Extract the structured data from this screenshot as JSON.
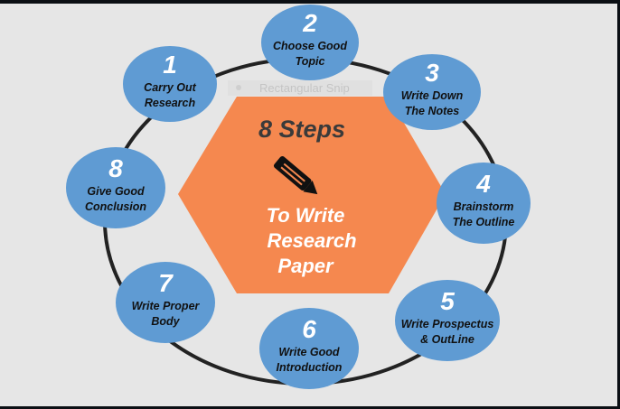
{
  "overlay": {
    "snip_label": "Rectangular Snip"
  },
  "center": {
    "title": "8 Steps",
    "icon": "pencil-icon",
    "subtitle_lines": [
      "To Write",
      "Research",
      "Paper"
    ]
  },
  "colors": {
    "hexagon": "#f5884f",
    "bubble": "#5f9bd3",
    "ring": "#222222",
    "background": "#e6e6e6"
  },
  "steps": [
    {
      "number": "1",
      "lines": [
        "Carry Out",
        "Research"
      ]
    },
    {
      "number": "2",
      "lines": [
        "Choose Good",
        "Topic"
      ]
    },
    {
      "number": "3",
      "lines": [
        "Write Down",
        "The Notes"
      ]
    },
    {
      "number": "4",
      "lines": [
        "Brainstorm",
        "The Outline"
      ]
    },
    {
      "number": "5",
      "lines": [
        "Write Prospectus",
        "& OutLine"
      ]
    },
    {
      "number": "6",
      "lines": [
        "Write Good",
        "Introduction"
      ]
    },
    {
      "number": "7",
      "lines": [
        "Write Proper",
        "Body"
      ]
    },
    {
      "number": "8",
      "lines": [
        "Give Good",
        "Conclusion"
      ]
    }
  ]
}
